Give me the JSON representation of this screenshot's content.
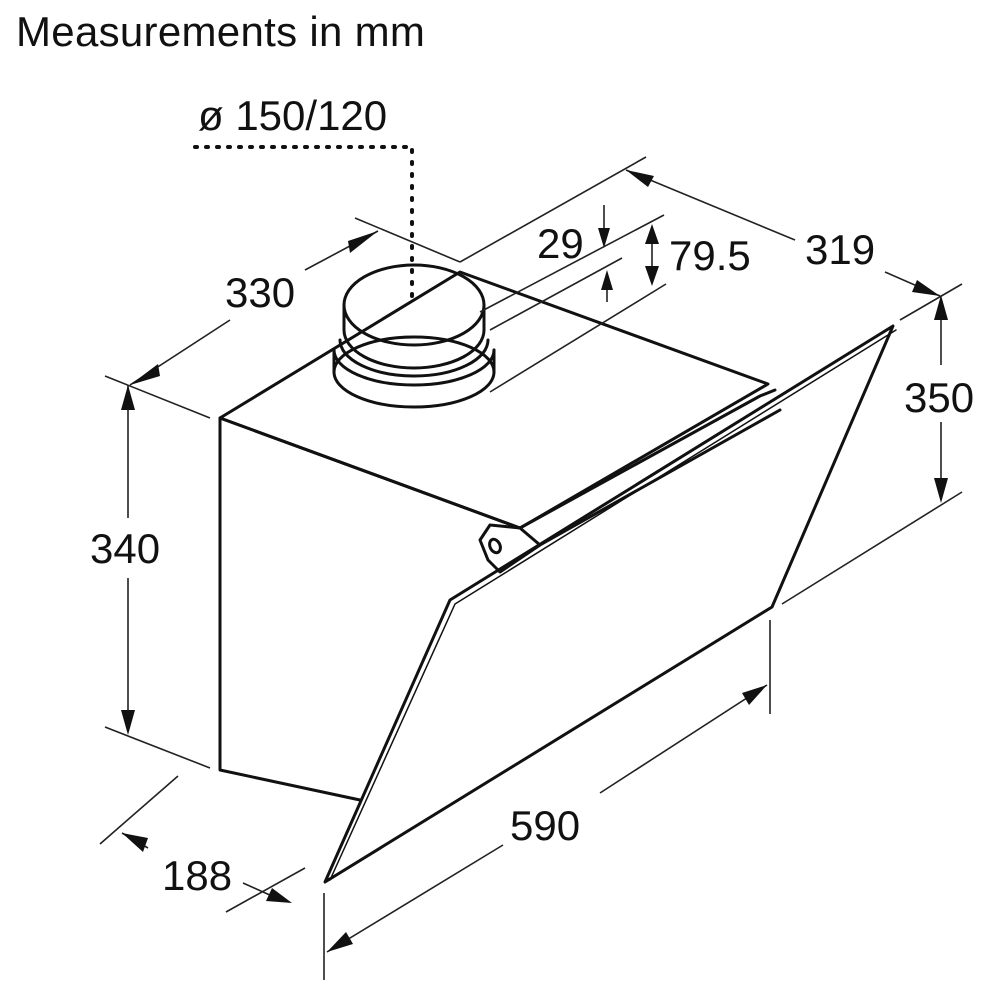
{
  "title": "Measurements in mm",
  "duct": {
    "label": "ø 150/120",
    "symbol": "diameter"
  },
  "dimensions": {
    "top_depth": "330",
    "duct_offset_small": "29",
    "duct_offset_large": "79.5",
    "top_width_right": "319",
    "glass_height": "350",
    "body_height": "340",
    "bottom_depth": "188",
    "total_width": "590"
  },
  "unit": "mm",
  "colors": {
    "line": "#111111",
    "background": "#ffffff"
  }
}
